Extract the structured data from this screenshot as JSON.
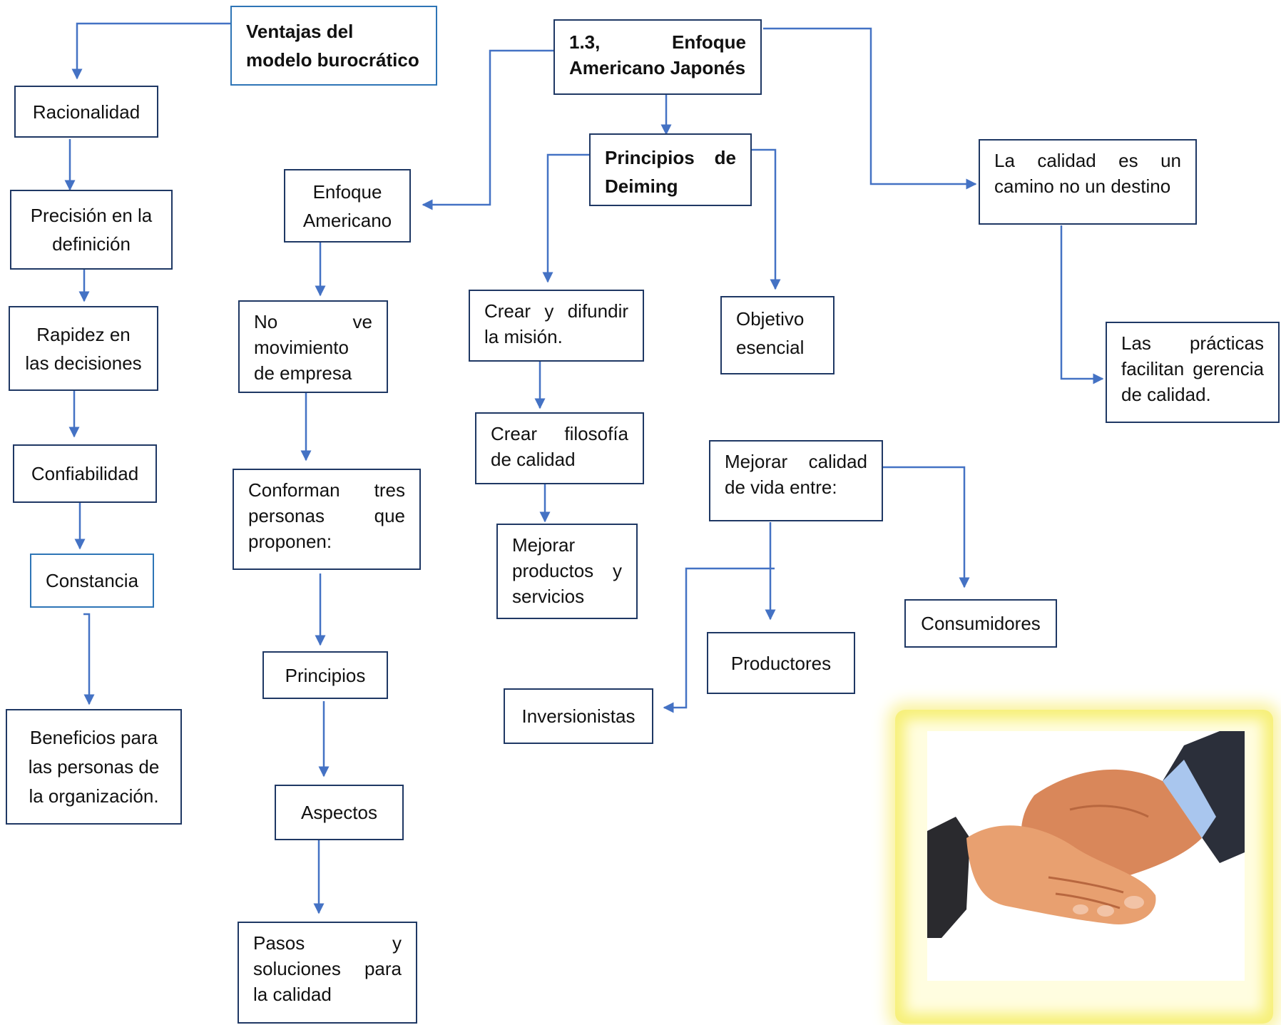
{
  "nodes": {
    "ventajas": "Ventajas del modelo burocrático",
    "racionalidad": "Racionalidad",
    "precision": "Precisión en la definición",
    "rapidez": "Rapidez en las decisiones",
    "confiabilidad": "Confiabilidad",
    "constancia": "Constancia",
    "beneficios": "Beneficios para las personas de la organización.",
    "enfoque_aj": "1.3, Enfoque Americano Japonés",
    "enfoque_americano": "Enfoque Americano",
    "no_ve": "No ve movimiento de empresa",
    "conforman": "Conforman tres personas que proponen:",
    "principios": "Principios",
    "aspectos": "Aspectos",
    "pasos": "Pasos y soluciones para la calidad",
    "deiming": "Principios de Deiming",
    "crear_difundir": "Crear y difundir la misión.",
    "crear_filosofia": "Crear filosofía de calidad",
    "mejorar_productos": "Mejorar productos y servicios",
    "objetivo": "Objetivo esencial",
    "calidad_camino": "La calidad es un camino no un destino",
    "practicas": "Las prácticas facilitan gerencia de calidad.",
    "mejorar_vida": "Mejorar calidad de vida entre:",
    "productores": "Productores",
    "consumidores": "Consumidores",
    "inversionistas": "Inversionistas"
  },
  "colors": {
    "connector": "#4472c4",
    "box_border": "#1f3864",
    "box_border_accent": "#2e75b6",
    "photo_glow": "#f7f07a"
  }
}
